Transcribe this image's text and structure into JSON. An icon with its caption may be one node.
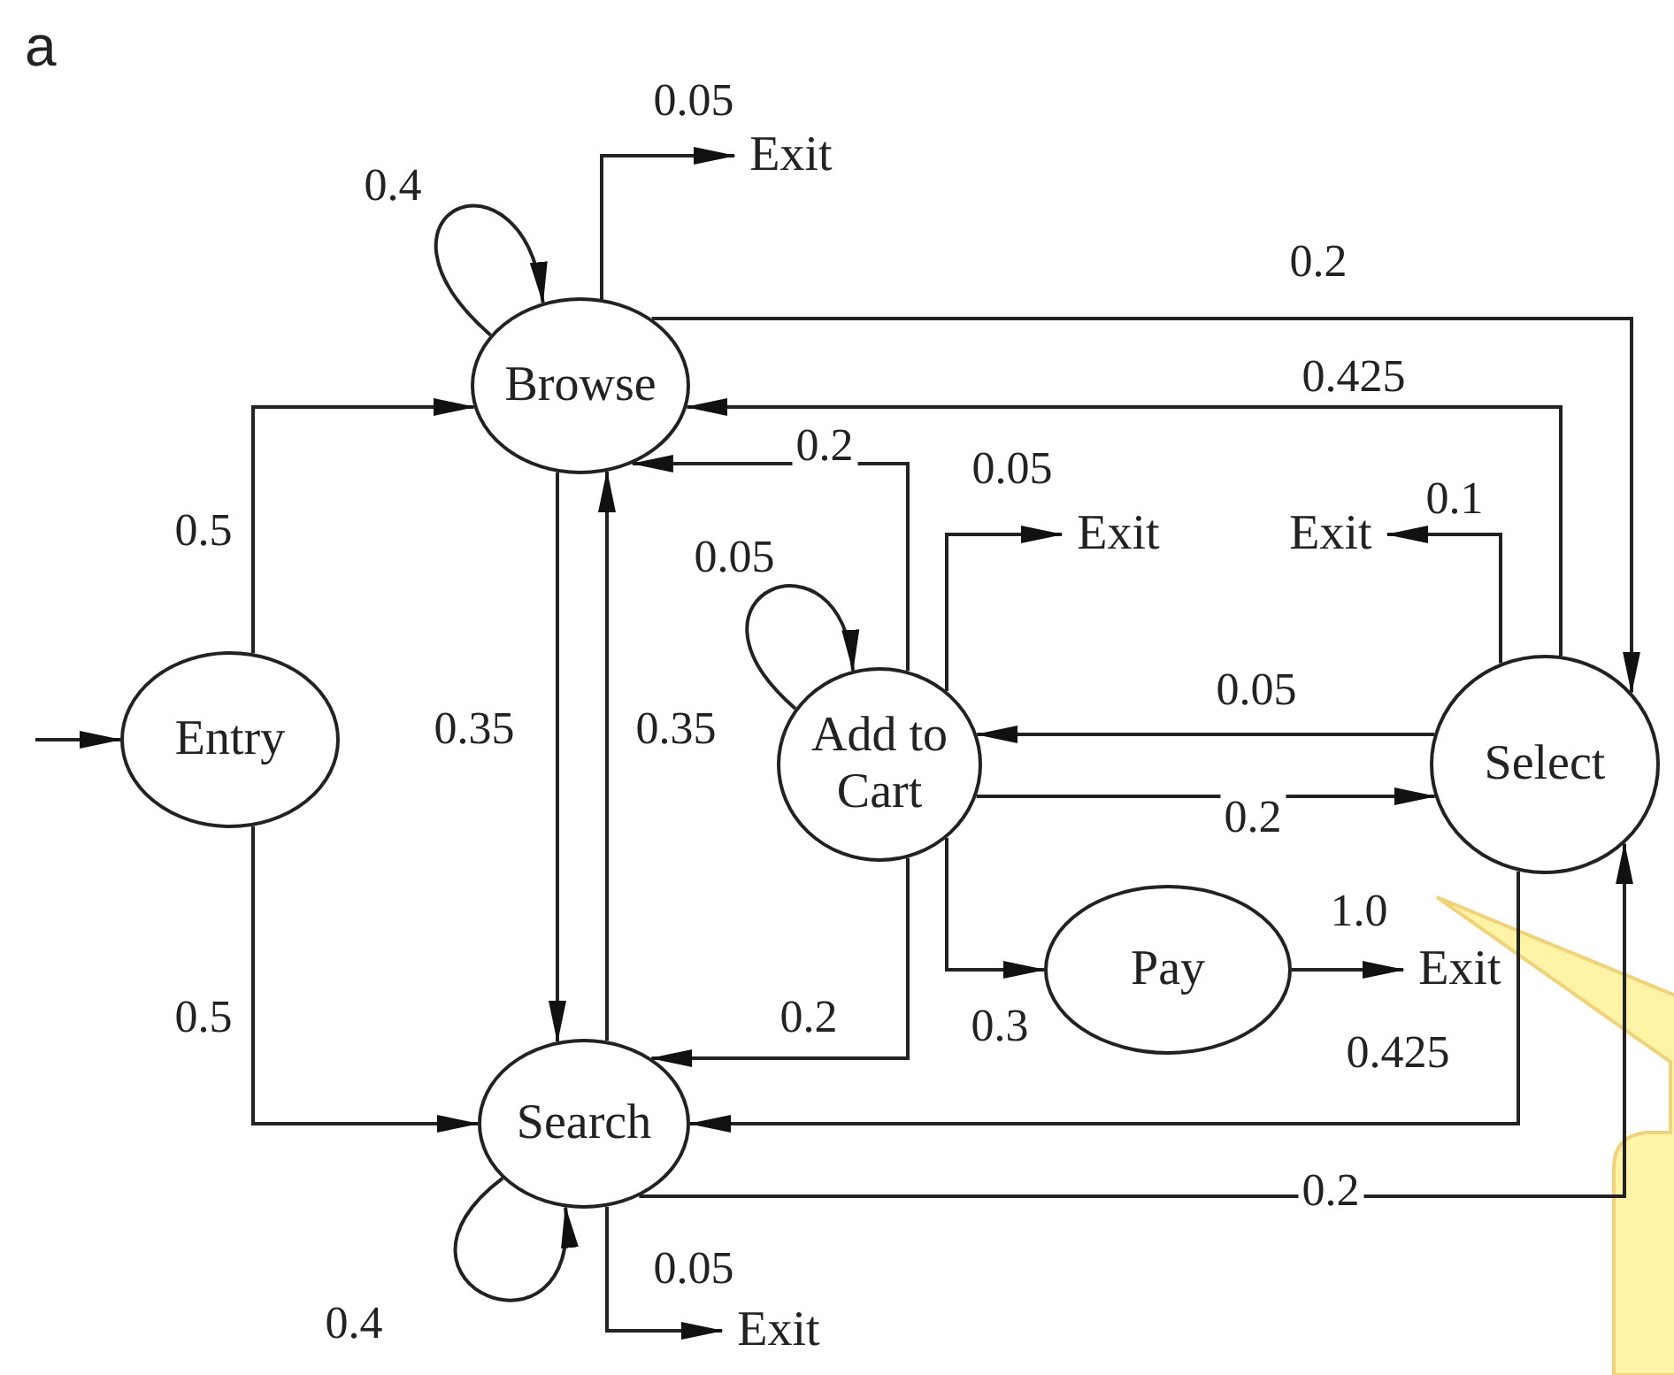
{
  "diagram": {
    "nodes": [
      {
        "text": [
          "Entry"
        ]
      },
      {
        "text": [
          "Browse"
        ]
      },
      {
        "text": [
          "Search"
        ]
      },
      {
        "text": [
          "Add to Cart"
        ]
      },
      {
        "text": [
          "Pay"
        ]
      },
      {
        "text": [
          "Select"
        ]
      },
      {
        "text": [
          "Exit"
        ]
      },
      {
        "text": [
          "Exit"
        ]
      },
      {
        "text": [
          "Exit"
        ]
      },
      {
        "text": [
          "Exit"
        ]
      },
      {
        "text": [
          "Exit"
        ]
      }
    ],
    "edges": [
      {
        "from": null,
        "to": 0,
        "arrow": "to"
      },
      {
        "from": 0,
        "to": 1,
        "arrow": "to",
        "label": "0.5"
      },
      {
        "from": 0,
        "to": 2,
        "arrow": "to",
        "label": "0.5"
      },
      {
        "from": 1,
        "to": 1,
        "arrow": "to",
        "label": "0.4"
      },
      {
        "from": 1,
        "to": 6,
        "arrow": "to",
        "label": "0.05"
      },
      {
        "from": 1,
        "to": 5,
        "arrow": "to",
        "label": "0.2"
      },
      {
        "from": 5,
        "to": 1,
        "arrow": "to",
        "label": "0.425"
      },
      {
        "from": 1,
        "to": 2,
        "arrow": "to",
        "label": "0.35"
      },
      {
        "from": 2,
        "to": 1,
        "arrow": "to",
        "label": "0.35"
      },
      {
        "from": 3,
        "to": 1,
        "arrow": "to",
        "label": "0.2"
      },
      {
        "from": 3,
        "to": 3,
        "arrow": "to",
        "label": "0.05"
      },
      {
        "from": 3,
        "to": 7,
        "arrow": "to",
        "label": "0.05"
      },
      {
        "from": 5,
        "to": 8,
        "arrow": "to",
        "label": "0.1"
      },
      {
        "from": 5,
        "to": 3,
        "arrow": "to",
        "label": "0.05"
      },
      {
        "from": 3,
        "to": 5,
        "arrow": "to",
        "label": "0.2"
      },
      {
        "from": 3,
        "to": 2,
        "arrow": "to",
        "label": "0.2"
      },
      {
        "from": 3,
        "to": 4,
        "arrow": "to",
        "label": "0.3"
      },
      {
        "from": 4,
        "to": 9,
        "arrow": "to",
        "label": "1.0"
      },
      {
        "from": 5,
        "to": 2,
        "arrow": "to",
        "label": "0.425"
      },
      {
        "from": 2,
        "to": 5,
        "arrow": "to",
        "label": "0.2"
      },
      {
        "from": 2,
        "to": 2,
        "arrow": "to",
        "label": "0.4"
      },
      {
        "from": 2,
        "to": 10,
        "arrow": "to",
        "label": "0.05"
      }
    ],
    "labels": [
      "a"
    ]
  }
}
